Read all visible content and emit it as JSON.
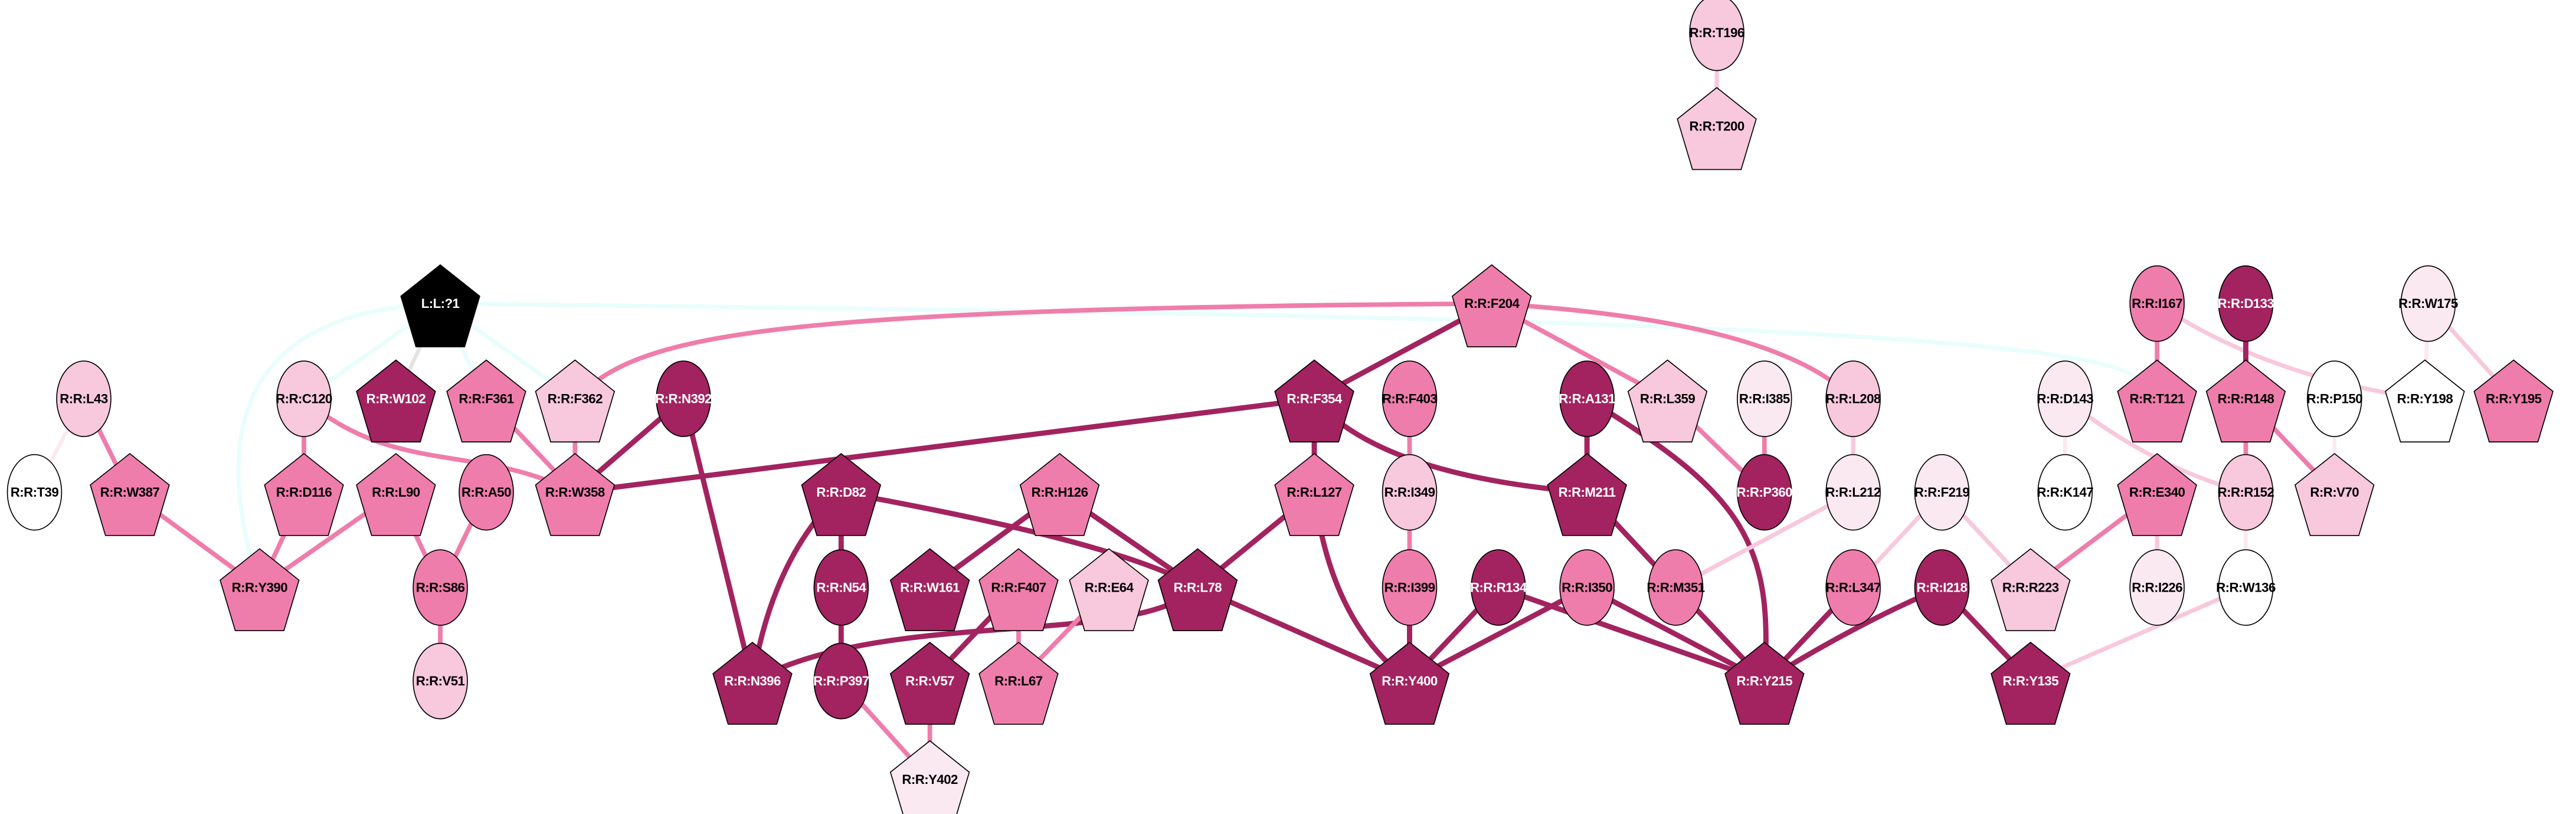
{
  "palette": {
    "dark": "#a2235f",
    "mid": "#ef7dab",
    "light": "#f8c8dc",
    "vlight": "#fbe9f1",
    "white": "#ffffff",
    "black": "#000000",
    "cyan": "#e9fdfd",
    "gray": "#e3e3e3"
  },
  "nodes": [
    {
      "id": "R:R:T196",
      "shape": "circle",
      "tone": "light"
    },
    {
      "id": "R:R:T200",
      "shape": "pentagon",
      "tone": "light"
    },
    {
      "id": "L:L:?1",
      "shape": "pentagon",
      "tone": "black"
    },
    {
      "id": "R:R:F204",
      "shape": "pentagon",
      "tone": "mid"
    },
    {
      "id": "R:R:I167",
      "shape": "circle",
      "tone": "mid"
    },
    {
      "id": "R:R:D133",
      "shape": "circle",
      "tone": "dark"
    },
    {
      "id": "R:R:W175",
      "shape": "circle",
      "tone": "vlight"
    },
    {
      "id": "R:R:L43",
      "shape": "circle",
      "tone": "light"
    },
    {
      "id": "R:R:C120",
      "shape": "circle",
      "tone": "light"
    },
    {
      "id": "R:R:W102",
      "shape": "pentagon",
      "tone": "dark"
    },
    {
      "id": "R:R:F361",
      "shape": "pentagon",
      "tone": "mid"
    },
    {
      "id": "R:R:F362",
      "shape": "pentagon",
      "tone": "light"
    },
    {
      "id": "R:R:N392",
      "shape": "circle",
      "tone": "dark"
    },
    {
      "id": "R:R:F354",
      "shape": "pentagon",
      "tone": "dark"
    },
    {
      "id": "R:R:F403",
      "shape": "circle",
      "tone": "mid"
    },
    {
      "id": "R:R:A131",
      "shape": "circle",
      "tone": "dark"
    },
    {
      "id": "R:R:L359",
      "shape": "pentagon",
      "tone": "light"
    },
    {
      "id": "R:R:I385",
      "shape": "circle",
      "tone": "vlight"
    },
    {
      "id": "R:R:L208",
      "shape": "circle",
      "tone": "light"
    },
    {
      "id": "R:R:D143",
      "shape": "circle",
      "tone": "vlight"
    },
    {
      "id": "R:R:T121",
      "shape": "pentagon",
      "tone": "mid"
    },
    {
      "id": "R:R:R148",
      "shape": "pentagon",
      "tone": "mid"
    },
    {
      "id": "R:R:P150",
      "shape": "circle",
      "tone": "white"
    },
    {
      "id": "R:R:Y198",
      "shape": "pentagon",
      "tone": "white"
    },
    {
      "id": "R:R:Y195",
      "shape": "pentagon",
      "tone": "mid"
    },
    {
      "id": "R:R:T39",
      "shape": "circle",
      "tone": "white"
    },
    {
      "id": "R:R:W387",
      "shape": "pentagon",
      "tone": "mid"
    },
    {
      "id": "R:R:D116",
      "shape": "pentagon",
      "tone": "mid"
    },
    {
      "id": "R:R:L90",
      "shape": "pentagon",
      "tone": "mid"
    },
    {
      "id": "R:R:A50",
      "shape": "circle",
      "tone": "mid"
    },
    {
      "id": "R:R:W358",
      "shape": "pentagon",
      "tone": "mid"
    },
    {
      "id": "R:R:D82",
      "shape": "pentagon",
      "tone": "dark"
    },
    {
      "id": "R:R:H126",
      "shape": "pentagon",
      "tone": "mid"
    },
    {
      "id": "R:R:L127",
      "shape": "pentagon",
      "tone": "mid"
    },
    {
      "id": "R:R:I349",
      "shape": "circle",
      "tone": "light"
    },
    {
      "id": "R:R:M211",
      "shape": "pentagon",
      "tone": "dark"
    },
    {
      "id": "R:R:P360",
      "shape": "circle",
      "tone": "dark"
    },
    {
      "id": "R:R:L212",
      "shape": "circle",
      "tone": "vlight"
    },
    {
      "id": "R:R:F219",
      "shape": "circle",
      "tone": "vlight"
    },
    {
      "id": "R:R:K147",
      "shape": "circle",
      "tone": "white"
    },
    {
      "id": "R:R:E340",
      "shape": "pentagon",
      "tone": "mid"
    },
    {
      "id": "R:R:R152",
      "shape": "circle",
      "tone": "light"
    },
    {
      "id": "R:R:V70",
      "shape": "pentagon",
      "tone": "light"
    },
    {
      "id": "R:R:Y390",
      "shape": "pentagon",
      "tone": "mid"
    },
    {
      "id": "R:R:S86",
      "shape": "circle",
      "tone": "mid"
    },
    {
      "id": "R:R:N54",
      "shape": "circle",
      "tone": "dark"
    },
    {
      "id": "R:R:W161",
      "shape": "pentagon",
      "tone": "dark"
    },
    {
      "id": "R:R:F407",
      "shape": "pentagon",
      "tone": "mid"
    },
    {
      "id": "R:R:E64",
      "shape": "pentagon",
      "tone": "light"
    },
    {
      "id": "R:R:L78",
      "shape": "pentagon",
      "tone": "dark"
    },
    {
      "id": "R:R:I399",
      "shape": "circle",
      "tone": "mid"
    },
    {
      "id": "R:R:R134",
      "shape": "circle",
      "tone": "dark"
    },
    {
      "id": "R:R:I350",
      "shape": "circle",
      "tone": "mid"
    },
    {
      "id": "R:R:M351",
      "shape": "circle",
      "tone": "mid"
    },
    {
      "id": "R:R:L347",
      "shape": "circle",
      "tone": "mid"
    },
    {
      "id": "R:R:I218",
      "shape": "circle",
      "tone": "dark"
    },
    {
      "id": "R:R:R223",
      "shape": "pentagon",
      "tone": "light"
    },
    {
      "id": "R:R:I226",
      "shape": "circle",
      "tone": "vlight"
    },
    {
      "id": "R:R:W136",
      "shape": "circle",
      "tone": "white"
    },
    {
      "id": "R:R:V51",
      "shape": "circle",
      "tone": "light"
    },
    {
      "id": "R:R:N396",
      "shape": "pentagon",
      "tone": "dark"
    },
    {
      "id": "R:R:P397",
      "shape": "circle",
      "tone": "dark"
    },
    {
      "id": "R:R:V57",
      "shape": "pentagon",
      "tone": "dark"
    },
    {
      "id": "R:R:L67",
      "shape": "pentagon",
      "tone": "mid"
    },
    {
      "id": "R:R:Y400",
      "shape": "pentagon",
      "tone": "dark"
    },
    {
      "id": "R:R:Y215",
      "shape": "pentagon",
      "tone": "dark"
    },
    {
      "id": "R:R:Y135",
      "shape": "pentagon",
      "tone": "dark"
    },
    {
      "id": "R:R:Y402",
      "shape": "pentagon",
      "tone": "vlight"
    }
  ],
  "edges": [
    [
      "R:R:T196",
      "R:R:T200",
      "light"
    ],
    [
      "L:L:?1",
      "R:R:C120",
      "cyan"
    ],
    [
      "L:L:?1",
      "R:R:W102",
      "gray"
    ],
    [
      "L:L:?1",
      "R:R:F361",
      "cyan"
    ],
    [
      "L:L:?1",
      "R:R:F362",
      "cyan"
    ],
    [
      "L:L:?1",
      "R:R:Y390",
      "cyan"
    ],
    [
      "L:L:?1",
      "R:R:T121",
      "cyan"
    ],
    [
      "R:R:L43",
      "R:R:T39",
      "vlight"
    ],
    [
      "R:R:L43",
      "R:R:W387",
      "mid"
    ],
    [
      "R:R:C120",
      "R:R:D116",
      "mid"
    ],
    [
      "R:R:C120",
      "R:R:W358",
      "mid"
    ],
    [
      "R:R:F361",
      "R:R:W358",
      "mid"
    ],
    [
      "R:R:F362",
      "R:R:W358",
      "mid"
    ],
    [
      "R:R:F362",
      "R:R:F204",
      "mid"
    ],
    [
      "R:R:N392",
      "R:R:W358",
      "dark"
    ],
    [
      "R:R:N392",
      "R:R:N396",
      "dark"
    ],
    [
      "R:R:W387",
      "R:R:Y390",
      "mid"
    ],
    [
      "R:R:D116",
      "R:R:Y390",
      "mid"
    ],
    [
      "R:R:L90",
      "R:R:Y390",
      "mid"
    ],
    [
      "R:R:L90",
      "R:R:S86",
      "mid"
    ],
    [
      "R:R:A50",
      "R:R:S86",
      "mid"
    ],
    [
      "R:R:S86",
      "R:R:V51",
      "mid"
    ],
    [
      "R:R:W358",
      "R:R:F354",
      "dark"
    ],
    [
      "R:R:F204",
      "R:R:F354",
      "dark"
    ],
    [
      "R:R:F204",
      "R:R:L359",
      "mid"
    ],
    [
      "R:R:F204",
      "R:R:L208",
      "mid"
    ],
    [
      "R:R:F354",
      "R:R:L127",
      "dark"
    ],
    [
      "R:R:F354",
      "R:R:M211",
      "dark"
    ],
    [
      "R:R:F403",
      "R:R:I349",
      "mid"
    ],
    [
      "R:R:I349",
      "R:R:I399",
      "mid"
    ],
    [
      "R:R:A131",
      "R:R:M211",
      "dark"
    ],
    [
      "R:R:A131",
      "R:R:Y215",
      "dark"
    ],
    [
      "R:R:L359",
      "R:R:P360",
      "mid"
    ],
    [
      "R:R:I385",
      "R:R:P360",
      "mid"
    ],
    [
      "R:R:L208",
      "R:R:L212",
      "light"
    ],
    [
      "R:R:L212",
      "R:R:M351",
      "light"
    ],
    [
      "R:R:D82",
      "R:R:N54",
      "dark"
    ],
    [
      "R:R:D82",
      "R:R:N396",
      "dark"
    ],
    [
      "R:R:D82",
      "R:R:L78",
      "dark"
    ],
    [
      "R:R:H126",
      "R:R:W161",
      "dark"
    ],
    [
      "R:R:H126",
      "R:R:L78",
      "dark"
    ],
    [
      "R:R:L127",
      "R:R:L78",
      "dark"
    ],
    [
      "R:R:L127",
      "R:R:Y400",
      "dark"
    ],
    [
      "R:R:N54",
      "R:R:P397",
      "dark"
    ],
    [
      "R:R:L78",
      "R:R:N396",
      "dark"
    ],
    [
      "R:R:L78",
      "R:R:Y400",
      "dark"
    ],
    [
      "R:R:F407",
      "R:R:V57",
      "dark"
    ],
    [
      "R:R:F407",
      "R:R:L67",
      "mid"
    ],
    [
      "R:R:E64",
      "R:R:L67",
      "mid"
    ],
    [
      "R:R:P397",
      "R:R:Y402",
      "mid"
    ],
    [
      "R:R:V57",
      "R:R:Y402",
      "mid"
    ],
    [
      "R:R:I399",
      "R:R:Y400",
      "dark"
    ],
    [
      "R:R:R134",
      "R:R:Y400",
      "dark"
    ],
    [
      "R:R:I350",
      "R:R:Y400",
      "dark"
    ],
    [
      "R:R:R134",
      "R:R:Y215",
      "dark"
    ],
    [
      "R:R:I350",
      "R:R:Y215",
      "dark"
    ],
    [
      "R:R:M211",
      "R:R:M351",
      "dark"
    ],
    [
      "R:R:M351",
      "R:R:Y215",
      "dark"
    ],
    [
      "R:R:L347",
      "R:R:Y215",
      "dark"
    ],
    [
      "R:R:I218",
      "R:R:Y215",
      "dark"
    ],
    [
      "R:R:I218",
      "R:R:Y135",
      "dark"
    ],
    [
      "R:R:F219",
      "R:R:L347",
      "light"
    ],
    [
      "R:R:F219",
      "R:R:R223",
      "light"
    ],
    [
      "R:R:E340",
      "R:R:R223",
      "mid"
    ],
    [
      "R:R:E340",
      "R:R:I226",
      "light"
    ],
    [
      "R:R:D143",
      "R:R:K147",
      "vlight"
    ],
    [
      "R:R:D143",
      "R:R:R152",
      "light"
    ],
    [
      "R:R:I167",
      "R:R:T121",
      "mid"
    ],
    [
      "R:R:I167",
      "R:R:Y198",
      "light"
    ],
    [
      "R:R:D133",
      "R:R:R148",
      "dark"
    ],
    [
      "R:R:R148",
      "R:R:R152",
      "mid"
    ],
    [
      "R:R:R148",
      "R:R:V70",
      "mid"
    ],
    [
      "R:R:P150",
      "R:R:V70",
      "vlight"
    ],
    [
      "R:R:R152",
      "R:R:W136",
      "vlight"
    ],
    [
      "R:R:W136",
      "R:R:Y135",
      "light"
    ],
    [
      "R:R:W175",
      "R:R:Y198",
      "vlight"
    ],
    [
      "R:R:W175",
      "R:R:Y195",
      "light"
    ]
  ]
}
